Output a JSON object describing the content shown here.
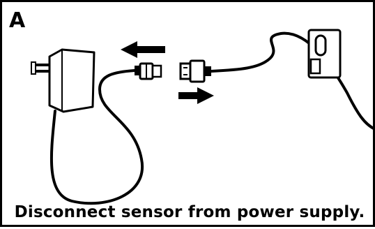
{
  "panel": {
    "letter": "A",
    "caption": "Disconnect sensor from power supply."
  },
  "colors": {
    "ink": "#000000",
    "paper": "#ffffff"
  },
  "illustration": {
    "objects": [
      "power-adapter-icon",
      "adapter-cable",
      "female-connector",
      "male-connector",
      "sensor-cable",
      "sensor-unit"
    ],
    "arrows": [
      {
        "name": "left-arrow-icon",
        "direction": "left"
      },
      {
        "name": "right-arrow-icon",
        "direction": "right"
      }
    ]
  }
}
